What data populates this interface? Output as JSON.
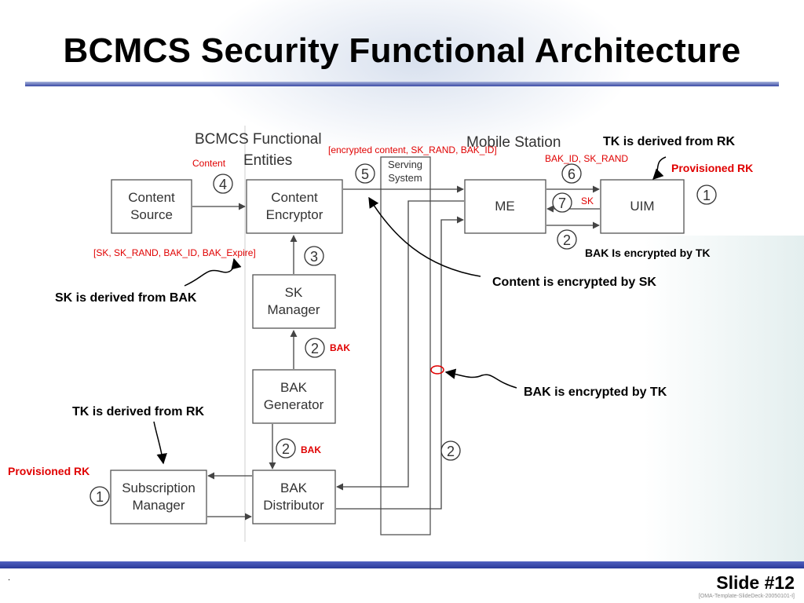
{
  "slide": {
    "title": "BCMCS Security Functional Architecture",
    "footer_mark": ".",
    "slide_number": "Slide #12",
    "template_ref": "[OMA-Template-SlideDeck-20050101-I]"
  },
  "diagram": {
    "headings": {
      "functional_entities": [
        "BCMCS Functional",
        "Entities"
      ],
      "mobile_station": "Mobile Station"
    },
    "boxes": {
      "content_source": [
        "Content",
        "Source"
      ],
      "content_encryptor": [
        "Content",
        "Encryptor"
      ],
      "sk_manager": [
        "SK",
        "Manager"
      ],
      "bak_generator": [
        "BAK",
        "Generator"
      ],
      "bak_distributor": [
        "BAK",
        "Distributor"
      ],
      "subscription_manager": [
        "Subscription",
        "Manager"
      ],
      "serving_system": [
        "Serving",
        "System"
      ],
      "me": "ME",
      "uim": "UIM"
    },
    "steps": {
      "s1_left": "1",
      "s1_right": "1",
      "s2_bak_gen": "2",
      "s2_bak_dist": "2",
      "s2_ms_line": "2",
      "s2_me_uim": "2",
      "s3": "3",
      "s4": "4",
      "s5": "5",
      "s6": "6",
      "s7": "7"
    },
    "labels": {
      "content": "Content",
      "encrypted_content": "[encrypted content, SK_RAND, BAK_ID]",
      "bak_id_sk_rand": "BAK_ID, SK_RAND",
      "sk_bundle": "[SK, SK_RAND, BAK_ID, BAK_Expire]",
      "bak_1": "BAK",
      "bak_2": "BAK",
      "sk": "SK"
    },
    "annotations": {
      "tk_rk_top": "TK is derived from RK",
      "provisioned_rk_top": "Provisioned RK",
      "bak_enc_tk_small": "BAK Is encrypted by TK",
      "content_enc_sk": "Content is encrypted by SK",
      "sk_from_bak": "SK is derived from BAK",
      "bak_enc_tk": "BAK is encrypted by TK",
      "tk_rk_bottom": "TK is derived from RK",
      "provisioned_rk_bottom": "Provisioned RK"
    },
    "colors": {
      "annotation_red": "#e00000",
      "box_stroke": "#555555",
      "title_rule": "#3a4aa6"
    }
  }
}
